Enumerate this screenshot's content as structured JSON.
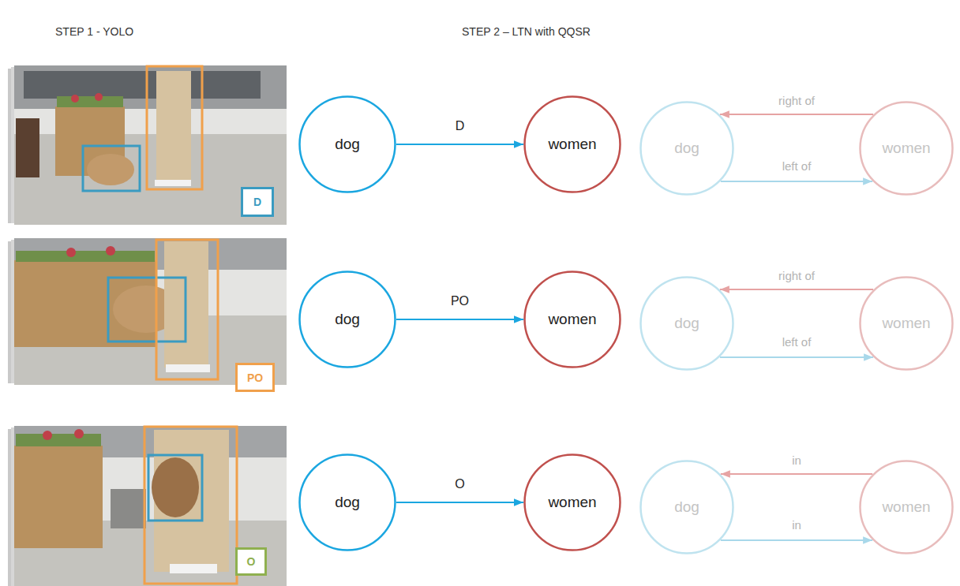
{
  "diagram": {
    "nodes": [
      {
        "text": [
          "D"
        ]
      },
      {
        "text": [
          "dog"
        ]
      },
      {
        "text": [
          "women"
        ]
      },
      {
        "text": [
          "dog"
        ]
      },
      {
        "text": [
          "women"
        ]
      },
      {
        "text": [
          "PO"
        ]
      },
      {
        "text": [
          "dog"
        ]
      },
      {
        "text": [
          "women"
        ]
      },
      {
        "text": [
          "dog"
        ]
      },
      {
        "text": [
          "women"
        ]
      },
      {
        "text": [
          "O"
        ]
      },
      {
        "text": [
          "dog"
        ]
      },
      {
        "text": [
          "women"
        ]
      },
      {
        "text": [
          "dog"
        ]
      },
      {
        "text": [
          "women"
        ]
      }
    ],
    "edges": [
      {
        "from": 1,
        "to": 2,
        "label": "D",
        "arrow": "to"
      },
      {
        "from": 4,
        "to": 3,
        "label": "right of",
        "arrow": "to"
      },
      {
        "from": 3,
        "to": 4,
        "label": "left of",
        "arrow": "to"
      },
      {
        "from": 6,
        "to": 7,
        "label": "PO",
        "arrow": "to"
      },
      {
        "from": 9,
        "to": 8,
        "label": "right of",
        "arrow": "to"
      },
      {
        "from": 8,
        "to": 9,
        "label": "left of",
        "arrow": "to"
      },
      {
        "from": 11,
        "to": 12,
        "label": "O",
        "arrow": "to"
      },
      {
        "from": 14,
        "to": 13,
        "label": "in",
        "arrow": "to"
      },
      {
        "from": 13,
        "to": 14,
        "label": "in",
        "arrow": "to"
      }
    ],
    "labels": [
      "STEP 1 - YOLO",
      "STEP 2 – LTN with QQSR"
    ]
  }
}
